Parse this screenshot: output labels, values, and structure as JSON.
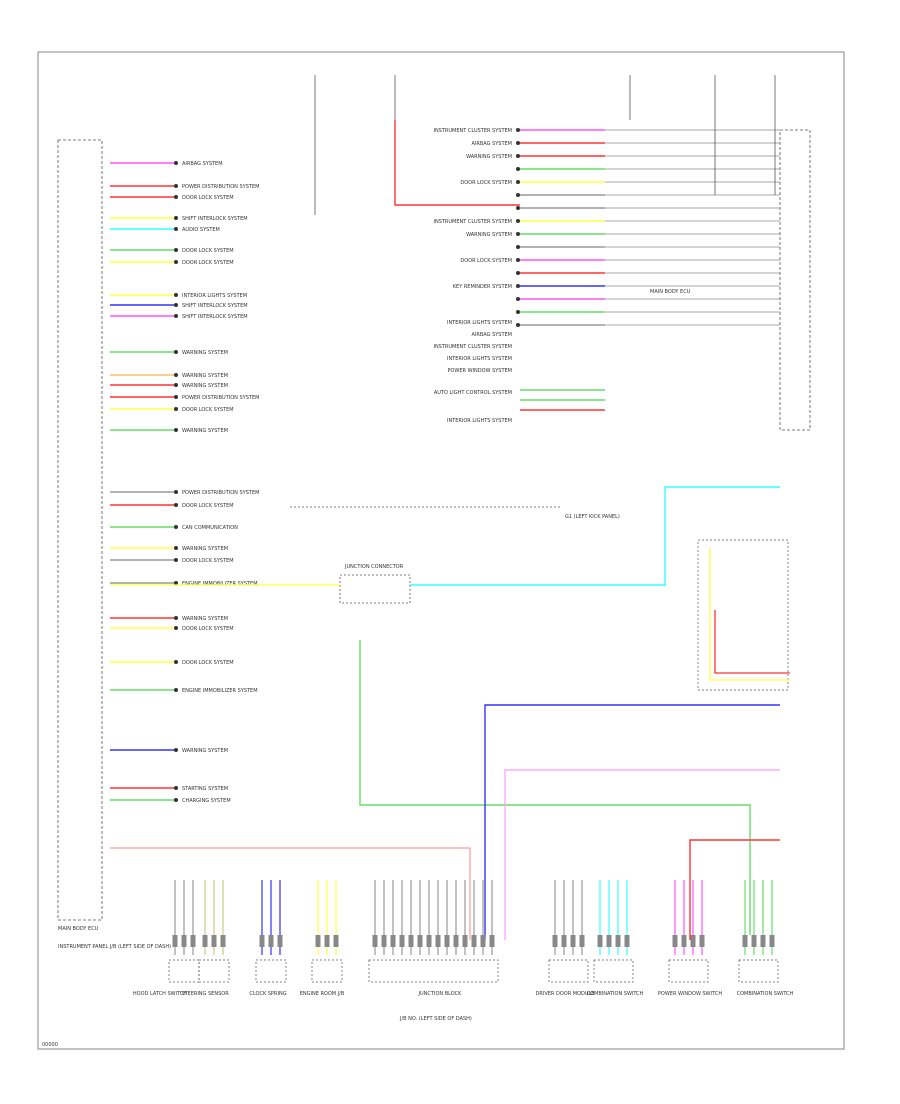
{
  "colors": {
    "frame": "#9a9a9a",
    "grid": "#555555",
    "pink": "#ff55ff",
    "red": "#ff3333",
    "lightred": "#ff9999",
    "green": "#66dd66",
    "yellow": "#ffff44",
    "blue": "#3333ff",
    "cyan": "#33ffff",
    "orange": "#ffbb66",
    "gray": "#9a9a9a",
    "tan": "#cccc88"
  },
  "labels": {
    "left_module": "MAIN BODY ECU",
    "left_module_note": "INSTRUMENT PANEL J/B (LEFT SIDE OF DASH)",
    "center_junction": "JUNCTION CONNECTOR",
    "lower_module": "J/B NO. (LEFT SIDE OF DASH)",
    "right_module": "MAIN BODY ECU",
    "ground": "G1 (LEFT KICK PANEL)",
    "page_code": "00000"
  },
  "left_systems": [
    "AIRBAG SYSTEM",
    "POWER DISTRIBUTION SYSTEM",
    "DOOR LOCK SYSTEM",
    "SHIFT INTERLOCK SYSTEM",
    "AUDIO SYSTEM",
    "DOOR LOCK SYSTEM",
    "DOOR LOCK SYSTEM",
    "INTERIOR LIGHTS SYSTEM",
    "SHIFT INTERLOCK SYSTEM",
    "SHIFT INTERLOCK SYSTEM",
    "WARNING SYSTEM",
    "WARNING SYSTEM",
    "WARNING SYSTEM",
    "POWER DISTRIBUTION SYSTEM",
    "DOOR LOCK SYSTEM",
    "WARNING SYSTEM",
    "POWER DISTRIBUTION SYSTEM",
    "DOOR LOCK SYSTEM",
    "CAN COMMUNICATION",
    "WARNING SYSTEM",
    "DOOR LOCK SYSTEM",
    "ENGINE IMMOBILIZER SYSTEM",
    "WARNING SYSTEM",
    "DOOR LOCK SYSTEM",
    "DOOR LOCK SYSTEM",
    "ENGINE IMMOBILIZER SYSTEM",
    "WARNING SYSTEM",
    "STARTING SYSTEM",
    "CHARGING SYSTEM"
  ],
  "right_systems": [
    "INSTRUMENT CLUSTER SYSTEM",
    "AIRBAG SYSTEM",
    "WARNING SYSTEM",
    "DOOR LOCK SYSTEM",
    "INSTRUMENT CLUSTER SYSTEM",
    "WARNING SYSTEM",
    "DOOR LOCK SYSTEM",
    "KEY REMINDER SYSTEM",
    "INTERIOR LIGHTS SYSTEM",
    "AIRBAG SYSTEM",
    "INSTRUMENT CLUSTER SYSTEM",
    "INTERIOR LIGHTS SYSTEM",
    "POWER WINDOW SYSTEM",
    "AUTO LIGHT CONTROL SYSTEM",
    "INTERIOR LIGHTS SYSTEM"
  ],
  "bottom_components": [
    "HOOD LATCH SWITCH",
    "STEERING SENSOR",
    "CLOCK SPRING",
    "ENGINE ROOM J/B",
    "JUNCTION BLOCK",
    "DRIVER DOOR MODULE",
    "COMBINATION SWITCH",
    "POWER WINDOW SWITCH",
    "COMBINATION SWITCH"
  ]
}
